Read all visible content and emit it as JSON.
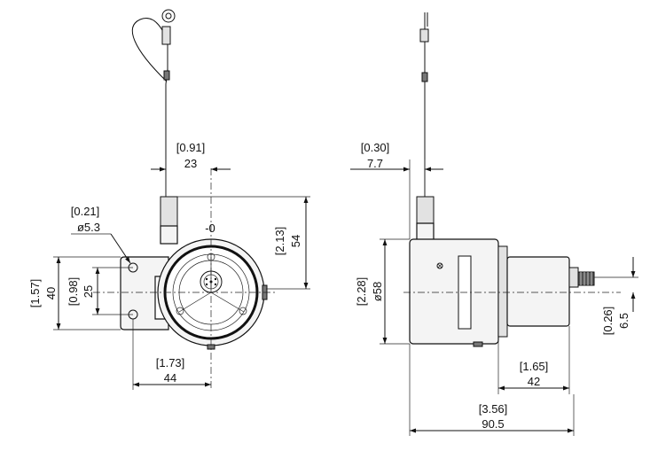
{
  "front_view": {
    "cable_offset": {
      "inch": "[0.91]",
      "mm": "23"
    },
    "mount_hole": {
      "inch": "[0.21]",
      "mm": "ø5.3"
    },
    "zero_mark": "-0",
    "height": {
      "inch": "[2.13]",
      "mm": "54"
    },
    "flange_height": {
      "inch": "[1.57]",
      "mm": "40"
    },
    "hole_spacing": {
      "inch": "[0.98]",
      "mm": "25"
    },
    "hole_to_center": {
      "inch": "[1.73]",
      "mm": "44"
    }
  },
  "side_view": {
    "cable_offset": {
      "inch": "[0.30]",
      "mm": "7.7"
    },
    "diameter": {
      "inch": "[2.28]",
      "mm": "ø58"
    },
    "connector_offset": {
      "inch": "[0.26]",
      "mm": "6.5"
    },
    "shaft_length": {
      "inch": "[1.65]",
      "mm": "42"
    },
    "overall_length": {
      "inch": "[3.56]",
      "mm": "90.5"
    }
  }
}
